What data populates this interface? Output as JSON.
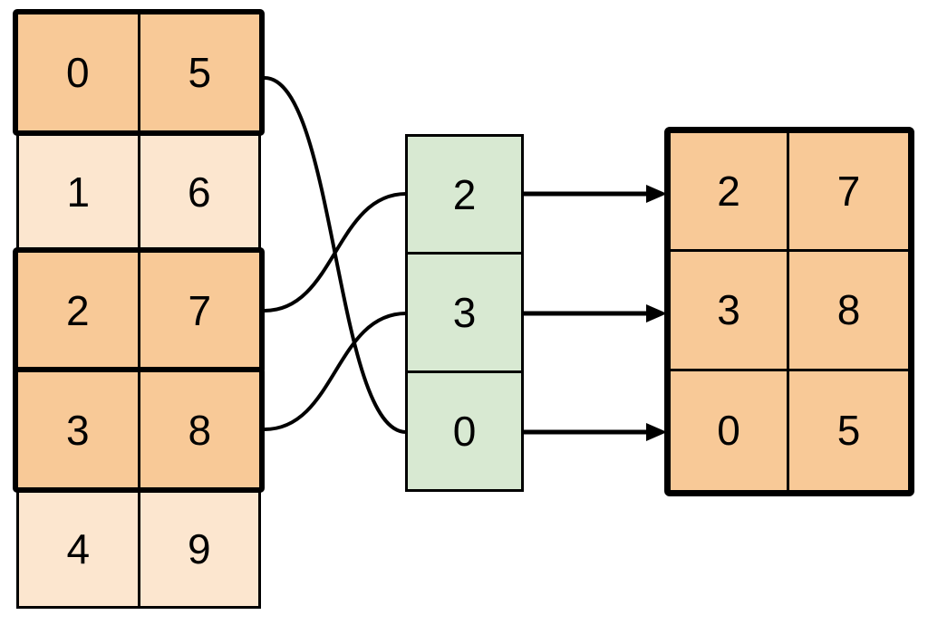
{
  "diagram": {
    "description_semantics": "array gather: source rows selected by index column into output table",
    "source_table": {
      "rows": [
        {
          "cells": [
            "0",
            "5"
          ],
          "highlighted": true
        },
        {
          "cells": [
            "1",
            "6"
          ],
          "highlighted": false
        },
        {
          "cells": [
            "2",
            "7"
          ],
          "highlighted": true
        },
        {
          "cells": [
            "3",
            "8"
          ],
          "highlighted": true
        },
        {
          "cells": [
            "4",
            "9"
          ],
          "highlighted": false
        }
      ]
    },
    "index_column": {
      "cells": [
        "2",
        "3",
        "0"
      ]
    },
    "output_table": {
      "rows": [
        {
          "cells": [
            "2",
            "7"
          ]
        },
        {
          "cells": [
            "3",
            "8"
          ]
        },
        {
          "cells": [
            "0",
            "5"
          ]
        }
      ]
    },
    "colors": {
      "highlight_fill": "#f8c997",
      "plain_fill": "#fce6cf",
      "index_fill": "#d8e9d2",
      "line_color": "#000000"
    }
  }
}
